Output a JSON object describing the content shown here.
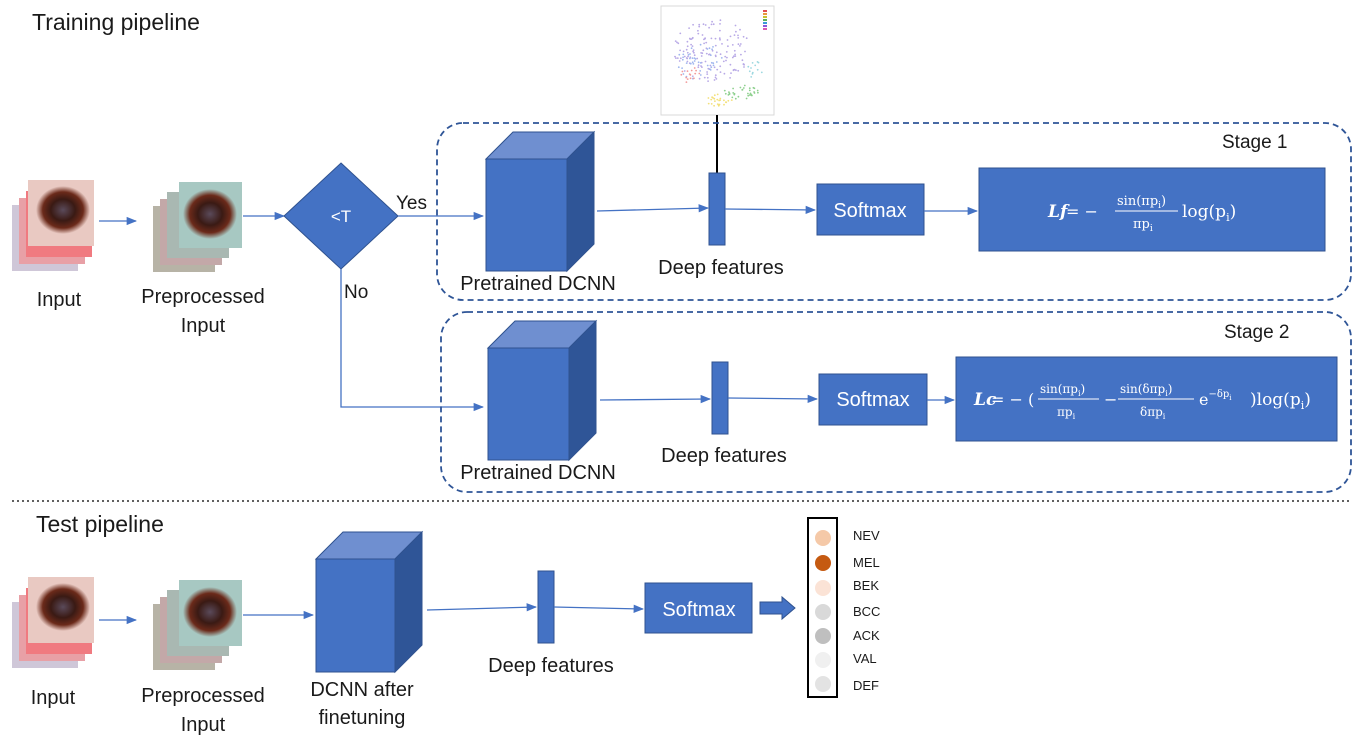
{
  "training": {
    "title": "Training pipeline",
    "input_label": "Input",
    "preprocessed_label_1": "Preprocessed",
    "preprocessed_label_2": "Input",
    "decision_label": "<T",
    "yes_label": "Yes",
    "no_label": "No",
    "stage1": {
      "label": "Stage 1",
      "dcnn_label": "Pretrained DCNN",
      "features_label": "Deep features",
      "softmax_label": "Softmax",
      "loss_lhs": "Lf",
      "loss_prefix": " = −",
      "loss_num": "sin(πp",
      "loss_num_sub": "i",
      "loss_num_close": ")",
      "loss_den": "πp",
      "loss_den_sub": "i",
      "loss_log": "log(p",
      "loss_log_sub": "i",
      "loss_log_close": ")"
    },
    "stage2": {
      "label": "Stage 2",
      "dcnn_label": "Pretrained DCNN",
      "features_label": "Deep features",
      "softmax_label": "Softmax",
      "loss_lhs": "Lc",
      "loss_prefix": " = − (",
      "loss_num1": "sin(πp",
      "loss_num1_sub": "i",
      "loss_num1_close": ")",
      "loss_den1": "πp",
      "loss_den1_sub": "i",
      "loss_minus": "−",
      "loss_num2": "sin(δπp",
      "loss_num2_sub": "i",
      "loss_num2_close": ")",
      "loss_den2": "δπp",
      "loss_den2_sub": "i",
      "loss_exp_base": "e",
      "loss_exp": "−δp",
      "loss_exp_sub": "i",
      "loss_tail": ")log(p",
      "loss_tail_sub": "i",
      "loss_tail_close": ")"
    }
  },
  "test": {
    "title": "Test pipeline",
    "input_label": "Input",
    "preprocessed_label_1": "Preprocessed",
    "preprocessed_label_2": "Input",
    "dcnn_label_1": "DCNN after",
    "dcnn_label_2": "finetuning",
    "features_label": "Deep features",
    "softmax_label": "Softmax",
    "classes": [
      {
        "label": "NEV",
        "color": "#f5c9a8"
      },
      {
        "label": "MEL",
        "color": "#c55a11"
      },
      {
        "label": "BEK",
        "color": "#fbe3d6"
      },
      {
        "label": "BCC",
        "color": "#d9d9d9"
      },
      {
        "label": "ACK",
        "color": "#bfbfbf"
      },
      {
        "label": "VAL",
        "color": "#f0f0f0"
      },
      {
        "label": "DEF",
        "color": "#e3e3e3"
      }
    ]
  },
  "colors": {
    "box_front": "#4472c4",
    "box_top": "#6f8fd0",
    "box_side": "#2f5597",
    "box_edge": "#2f528f",
    "arrow": "#4472c4",
    "dashed": "#2f5597"
  }
}
